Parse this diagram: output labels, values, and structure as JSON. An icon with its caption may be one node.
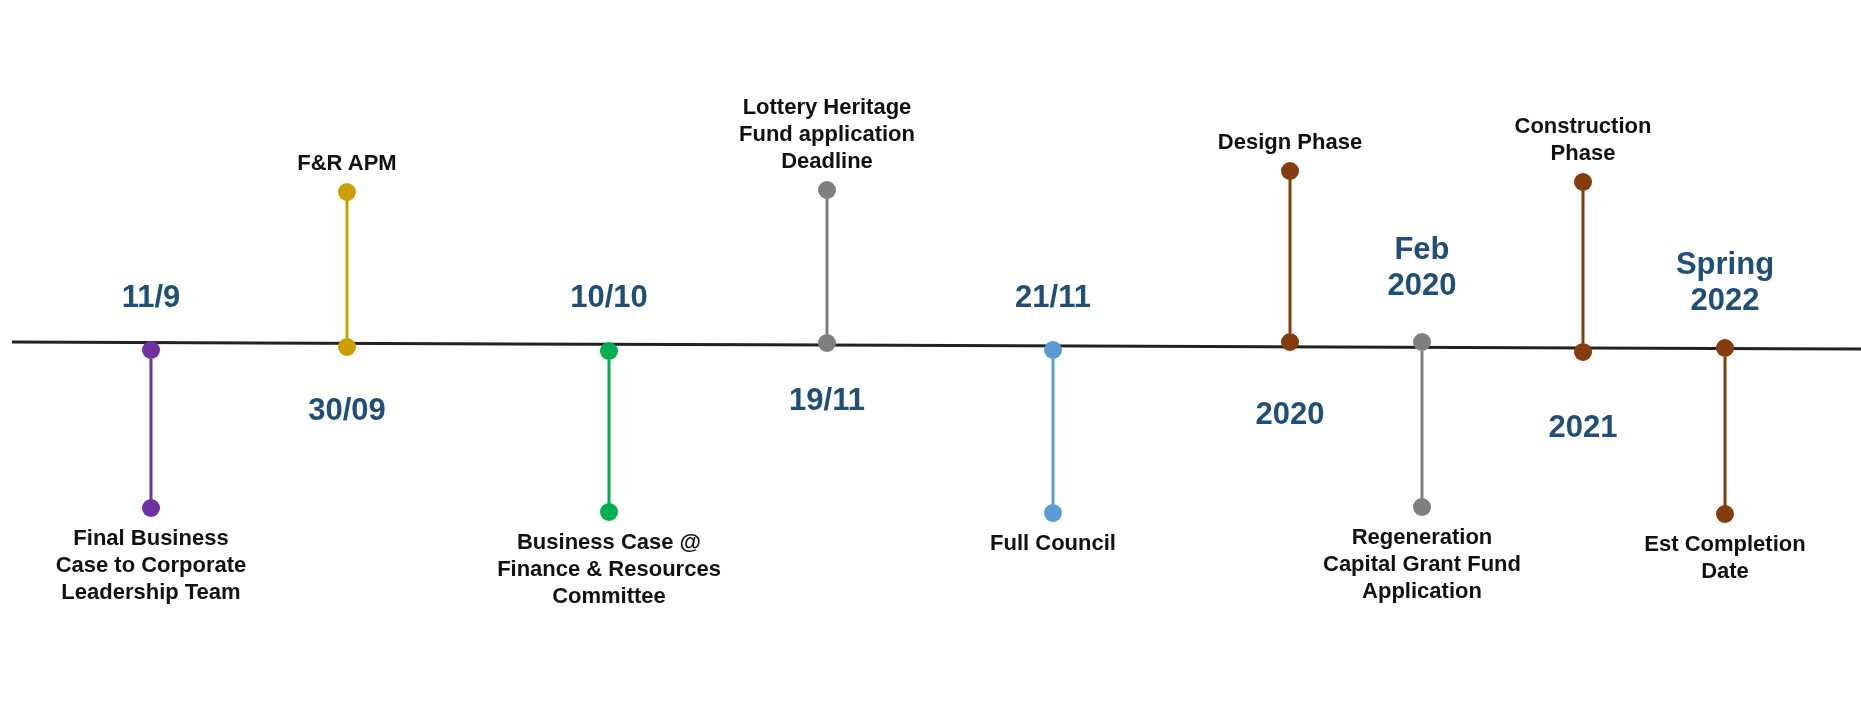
{
  "diagram": {
    "nodes": [
      {
        "text": [
          "Final Business Case to Corporate Leadership Team"
        ]
      },
      {
        "text": [],
        "shape": "circle"
      },
      {
        "text": [
          "F&R APM"
        ]
      },
      {
        "text": [],
        "shape": "circle"
      },
      {
        "text": [
          "Business Case @ Finance & Resources Committee"
        ]
      },
      {
        "text": [],
        "shape": "circle"
      },
      {
        "text": [
          "Lottery Heritage Fund application Deadline"
        ]
      },
      {
        "text": [],
        "shape": "circle"
      },
      {
        "text": [
          "Full Council"
        ]
      },
      {
        "text": [],
        "shape": "circle"
      },
      {
        "text": [
          "Design Phase"
        ]
      },
      {
        "text": [],
        "shape": "circle"
      },
      {
        "text": [
          "Regeneration Capital Grant Fund Application"
        ]
      },
      {
        "text": [],
        "shape": "circle"
      },
      {
        "text": [
          "Construction Phase"
        ]
      },
      {
        "text": [],
        "shape": "circle"
      },
      {
        "text": [
          "Est Completion Date"
        ]
      },
      {
        "text": [],
        "shape": "circle"
      }
    ],
    "edges": [
      {
        "from": 0,
        "to": 1,
        "arrow": "other",
        "color": "#7030a0"
      },
      {
        "from": 2,
        "to": 3,
        "arrow": "other",
        "color": "#c9a000"
      },
      {
        "from": 4,
        "to": 5,
        "arrow": "other",
        "color": "#00b050"
      },
      {
        "from": 6,
        "to": 7,
        "arrow": "other",
        "color": "#7f7f7f"
      },
      {
        "from": 8,
        "to": 9,
        "arrow": "other",
        "color": "#5b9bd5"
      },
      {
        "from": 10,
        "to": 11,
        "arrow": "other",
        "color": "#843c0c"
      },
      {
        "from": 12,
        "to": 13,
        "arrow": "other",
        "color": "#7f7f7f"
      },
      {
        "from": 14,
        "to": 15,
        "arrow": "other",
        "color": "#843c0c"
      },
      {
        "from": 16,
        "to": 17,
        "arrow": "other",
        "color": "#843c0c"
      }
    ],
    "labels": [
      "11/9",
      "30/09",
      "10/10",
      "19/11",
      "21/11",
      "2020",
      "Feb 2020",
      "2021",
      "Spring 2022"
    ]
  }
}
